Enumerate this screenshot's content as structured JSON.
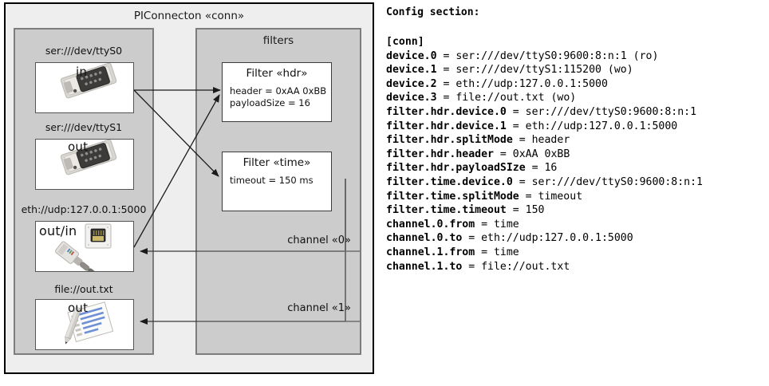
{
  "diagram": {
    "outer": {
      "title": "PIConnecton «conn»"
    },
    "devices_group": {
      "title": "",
      "items": [
        {
          "label": "ser:///dev/ttyS0",
          "direction": "in",
          "icon": "serial-port-icon"
        },
        {
          "label": "ser:///dev/ttyS1",
          "direction": "out",
          "icon": "serial-port-icon"
        },
        {
          "label": "eth://udp:127.0.0.1:5000",
          "direction": "out/in",
          "icon": "ethernet-jack-icon"
        },
        {
          "label": "file://out.txt",
          "direction": "out",
          "icon": "document-pencil-icon"
        }
      ]
    },
    "filters_group": {
      "title": "filters",
      "items": [
        {
          "title": "Filter «hdr»",
          "props": [
            "header = 0xAA 0xBB",
            "payloadSize = 16"
          ]
        },
        {
          "title": "Filter «time»",
          "props": [
            "timeout = 150 ms"
          ]
        }
      ]
    },
    "channels": [
      {
        "label": "channel «0»"
      },
      {
        "label": "channel «1»"
      }
    ],
    "colors": {
      "canvas": "#ffffff",
      "outer_fill": "#eeeeee",
      "outer_stroke": "#000000",
      "group_fill": "#cccccc",
      "group_stroke": "#7d7d7d",
      "card_fill": "#ffffff",
      "card_stroke": "#555555",
      "edge_stroke": "#1a1a1a"
    }
  },
  "config": {
    "heading": "Config section:",
    "lines": [
      {
        "key": "[conn]",
        "value": ""
      },
      {
        "key": "device.0",
        "value": " = ser:///dev/ttyS0:9600:8:n:1 (ro)"
      },
      {
        "key": "device.1",
        "value": " = ser:///dev/ttyS1:115200 (wo)"
      },
      {
        "key": "device.2",
        "value": " = eth://udp:127.0.0.1:5000"
      },
      {
        "key": "device.3",
        "value": " = file://out.txt (wo)"
      },
      {
        "key": "filter.hdr.device.0",
        "value": " = ser:///dev/ttyS0:9600:8:n:1"
      },
      {
        "key": "filter.hdr.device.1",
        "value": " = eth://udp:127.0.0.1:5000"
      },
      {
        "key": "filter.hdr.splitMode",
        "value": " = header"
      },
      {
        "key": "filter.hdr.header",
        "value": " = 0xAA 0xBB"
      },
      {
        "key": "filter.hdr.payloadSIze",
        "value": " = 16"
      },
      {
        "key": "filter.time.device.0",
        "value": " = ser:///dev/ttyS0:9600:8:n:1"
      },
      {
        "key": "filter.time.splitMode",
        "value": " = timeout"
      },
      {
        "key": "filter.time.timeout",
        "value": " = 150"
      },
      {
        "key": "channel.0.from",
        "value": " = time"
      },
      {
        "key": "channel.0.to",
        "value": " = eth://udp:127.0.0.1:5000"
      },
      {
        "key": "channel.1.from",
        "value": " = time"
      },
      {
        "key": "channel.1.to",
        "value": " = file://out.txt"
      }
    ]
  }
}
